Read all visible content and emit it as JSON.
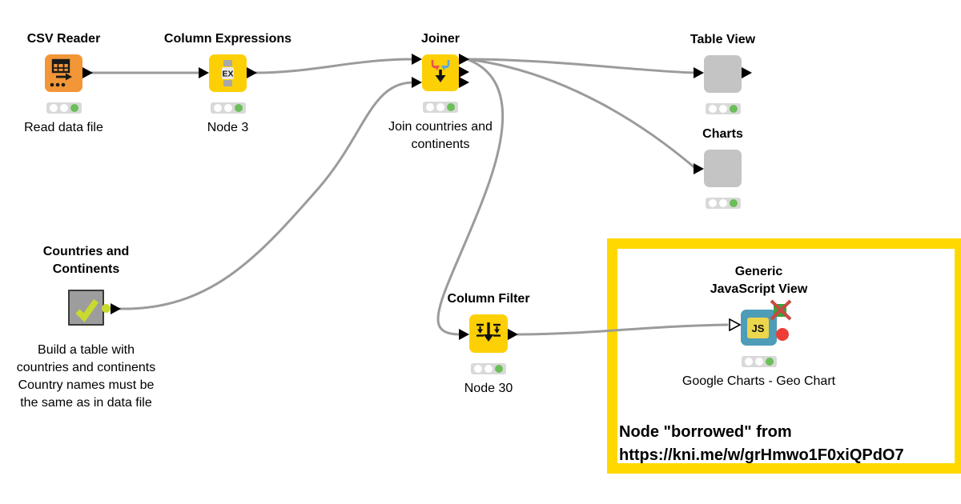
{
  "workflow": {
    "nodes": [
      {
        "id": "csv-reader",
        "title": "CSV Reader",
        "caption": "Read data file",
        "icon": "table-reader-icon",
        "color": "#f29637",
        "status": "executed",
        "inputs": 0,
        "outputs": 1
      },
      {
        "id": "column-expressions",
        "title": "Column Expressions",
        "caption": "Node 3",
        "icon": "expressions-icon",
        "icon_text": "EX",
        "color": "#fdd006",
        "status": "executed",
        "inputs": 1,
        "outputs": 1
      },
      {
        "id": "joiner",
        "title": "Joiner",
        "caption": "Join countries and\ncontinents",
        "icon": "join-arrows-icon",
        "color": "#fdd006",
        "status": "executed",
        "inputs": 2,
        "outputs": 3
      },
      {
        "id": "table-view",
        "title": "Table View",
        "caption": "",
        "icon": "none",
        "color": "#c4c4c4",
        "status": "executed",
        "inputs": 1,
        "outputs": 1
      },
      {
        "id": "charts",
        "title": "Charts",
        "caption": "",
        "icon": "none",
        "color": "#c4c4c4",
        "status": "executed",
        "inputs": 1,
        "outputs": 0
      },
      {
        "id": "countries-continents",
        "title": "Countries and\nContinents",
        "caption": "Build a table with\ncountries and continents\nCountry names must be\nthe same as in data file",
        "icon": "check-icon",
        "color": "#9d9d9d",
        "status": "metanode",
        "inputs": 0,
        "outputs": 1
      },
      {
        "id": "column-filter",
        "title": "Column Filter",
        "caption": "Node 30",
        "icon": "filter-arrows-icon",
        "color": "#fdd006",
        "status": "executed",
        "inputs": 1,
        "outputs": 1
      },
      {
        "id": "generic-js-view",
        "title": "Generic\nJavaScript View",
        "caption": "Google Charts - Geo Chart",
        "icon": "js-icon",
        "icon_text": "JS",
        "color": "#4d9cb8",
        "status": "executed",
        "inputs": 1,
        "outputs": 1,
        "badges": [
          "inactive-image-port-x",
          "red-flow-dot"
        ]
      }
    ],
    "connections": [
      {
        "from": "csv-reader",
        "to": "column-expressions"
      },
      {
        "from": "column-expressions",
        "to": "joiner"
      },
      {
        "from": "countries-continents",
        "to": "joiner"
      },
      {
        "from": "joiner",
        "to": "table-view"
      },
      {
        "from": "joiner",
        "to": "charts"
      },
      {
        "from": "joiner",
        "to": "column-filter"
      },
      {
        "from": "column-filter",
        "to": "generic-js-view"
      }
    ],
    "annotation": {
      "text": "Node \"borrowed\" from\nhttps://kni.me/w/grHmwo1F0xiQPdO7",
      "border_color": "#ffd800"
    },
    "colors": {
      "node_yellow": "#fdd006",
      "node_orange": "#f29637",
      "node_gray": "#c4c4c4",
      "node_teal": "#4d9cb8",
      "metanode_gray": "#9d9d9d",
      "check_green": "#c9da2f",
      "annotation_yellow": "#ffd800",
      "wire_gray": "#9b9b9b",
      "status_green": "#6abf59",
      "port_black": "#000000",
      "error_red": "#ee3d36"
    }
  }
}
